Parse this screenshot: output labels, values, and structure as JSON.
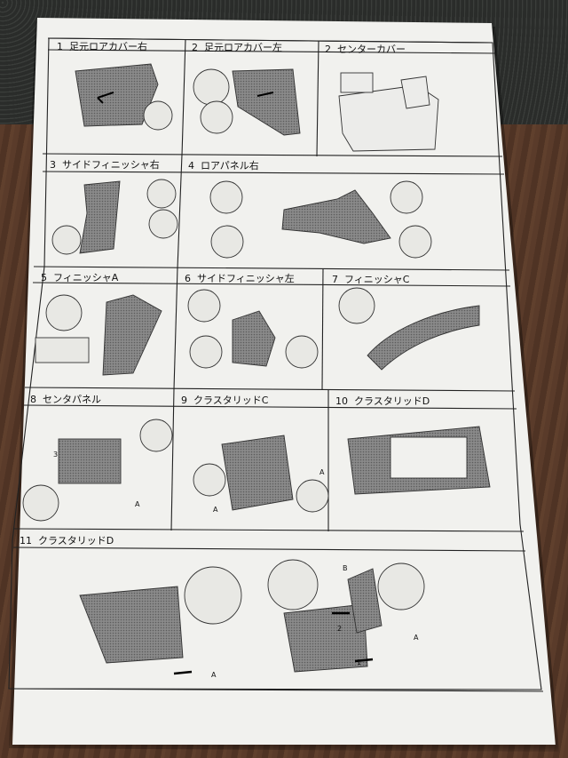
{
  "manual": {
    "rows": [
      {
        "cells": [
          {
            "num": "1",
            "title": "足元ロアカバー右"
          },
          {
            "num": "2",
            "title": "足元ロアカバー左"
          },
          {
            "num": "2",
            "title": "センターカバー"
          }
        ]
      },
      {
        "cells": [
          {
            "num": "3",
            "title": "サイドフィニッシャ右"
          },
          {
            "num": "4",
            "title": "ロアパネル右"
          }
        ]
      },
      {
        "cells": [
          {
            "num": "5",
            "title": "フィニッシャA"
          },
          {
            "num": "6",
            "title": "サイドフィニッシャ左"
          },
          {
            "num": "7",
            "title": "フィニッシャC"
          }
        ]
      },
      {
        "cells": [
          {
            "num": "8",
            "title": "センタパネル"
          },
          {
            "num": "9",
            "title": "クラスタリッドC"
          },
          {
            "num": "10",
            "title": "クラスタリッドD"
          }
        ]
      },
      {
        "cells": [
          {
            "num": "11",
            "title": "クラスタリッドD"
          }
        ]
      }
    ],
    "callouts": {
      "a": "A",
      "b": "B",
      "step1": "1",
      "step2": "2",
      "step3": "3"
    }
  },
  "colors": {
    "paper": "#f1f1ee",
    "ink": "#111111",
    "part": "#6e6e6e",
    "leather": "#2d2f2d",
    "wood": "#56392a"
  }
}
